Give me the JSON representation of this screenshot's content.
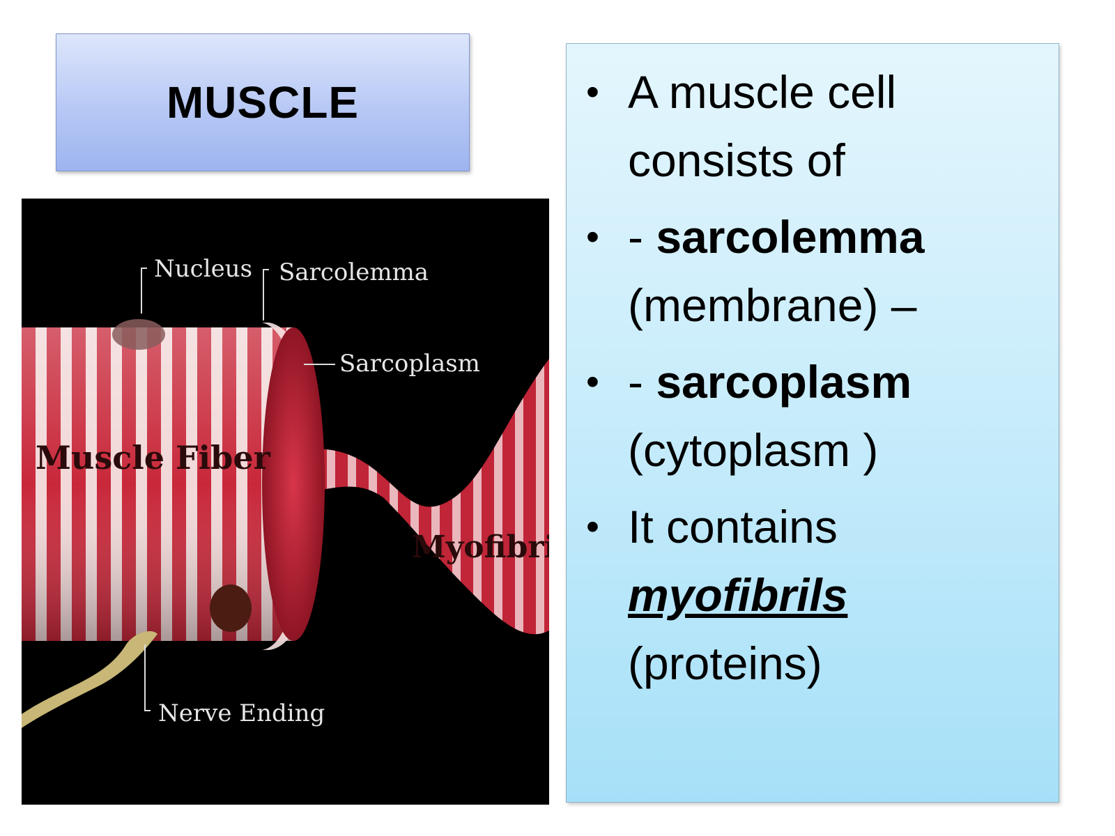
{
  "title": "MUSCLE",
  "figure": {
    "labels": {
      "nucleus": "Nucleus",
      "sarcolemma": "Sarcolemma",
      "sarcoplasm": "Sarcoplasm",
      "muscle_fiber": "Muscle Fiber",
      "myofibril": "Myofibril",
      "nerve_ending": "Nerve Ending"
    }
  },
  "bullets": [
    {
      "line1": "A muscle cell",
      "line2": "consists of"
    },
    {
      "prefix": "- ",
      "term": "sarcolemma",
      "line2": "(membrane) –"
    },
    {
      "prefix": "- ",
      "term": "sarcoplasm",
      "line2": "(cytoplasm )"
    },
    {
      "line1": "It contains",
      "term": "myofibrils",
      "line3": "(proteins)"
    }
  ],
  "colors": {
    "title_bg": "#b7c8f5",
    "content_bg": "#c7ecfb",
    "fiber_red": "#c8283a",
    "stripe_light": "#f3d9d9"
  }
}
